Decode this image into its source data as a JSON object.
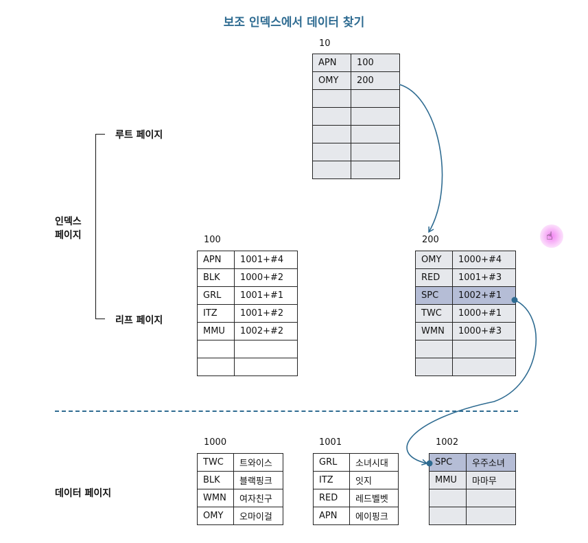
{
  "title": "보조 인덱스에서 데이터 찾기",
  "labels": {
    "root": "루트 페이지",
    "index_line1": "인덱스",
    "index_line2": "페이지",
    "leaf": "리프 페이지",
    "data": "데이터 페이지"
  },
  "root_page": {
    "number": "10",
    "rows": [
      [
        "APN",
        "100"
      ],
      [
        "OMY",
        "200"
      ],
      [
        "",
        ""
      ],
      [
        "",
        ""
      ],
      [
        "",
        ""
      ],
      [
        "",
        ""
      ],
      [
        "",
        ""
      ]
    ]
  },
  "leaf_100": {
    "number": "100",
    "rows": [
      [
        "APN",
        "1001+#4"
      ],
      [
        "BLK",
        "1000+#2"
      ],
      [
        "GRL",
        "1001+#1"
      ],
      [
        "ITZ",
        "1001+#2"
      ],
      [
        "MMU",
        "1002+#2"
      ],
      [
        "",
        ""
      ],
      [
        "",
        ""
      ]
    ]
  },
  "leaf_200": {
    "number": "200",
    "rows": [
      [
        "OMY",
        "1000+#4"
      ],
      [
        "RED",
        "1001+#3"
      ],
      [
        "SPC",
        "1002+#1"
      ],
      [
        "TWC",
        "1000+#1"
      ],
      [
        "WMN",
        "1000+#3"
      ],
      [
        "",
        ""
      ],
      [
        "",
        ""
      ]
    ]
  },
  "data_1000": {
    "number": "1000",
    "rows": [
      [
        "TWC",
        "트와이스"
      ],
      [
        "BLK",
        "블랙핑크"
      ],
      [
        "WMN",
        "여자친구"
      ],
      [
        "OMY",
        "오마이걸"
      ]
    ]
  },
  "data_1001": {
    "number": "1001",
    "rows": [
      [
        "GRL",
        "소녀시대"
      ],
      [
        "ITZ",
        "잇지"
      ],
      [
        "RED",
        "레드벨벳"
      ],
      [
        "APN",
        "에이핑크"
      ]
    ]
  },
  "data_1002": {
    "number": "1002",
    "rows": [
      [
        "SPC",
        "우주소녀"
      ],
      [
        "MMU",
        "마마무"
      ],
      [
        "",
        ""
      ],
      [
        "",
        ""
      ]
    ]
  },
  "colors": {
    "highlight": "#b5bdd6",
    "accent": "#2e6b91",
    "gray_fill": "#e6e8ec"
  },
  "icons": {
    "cursor": "hand-cursor-icon"
  }
}
